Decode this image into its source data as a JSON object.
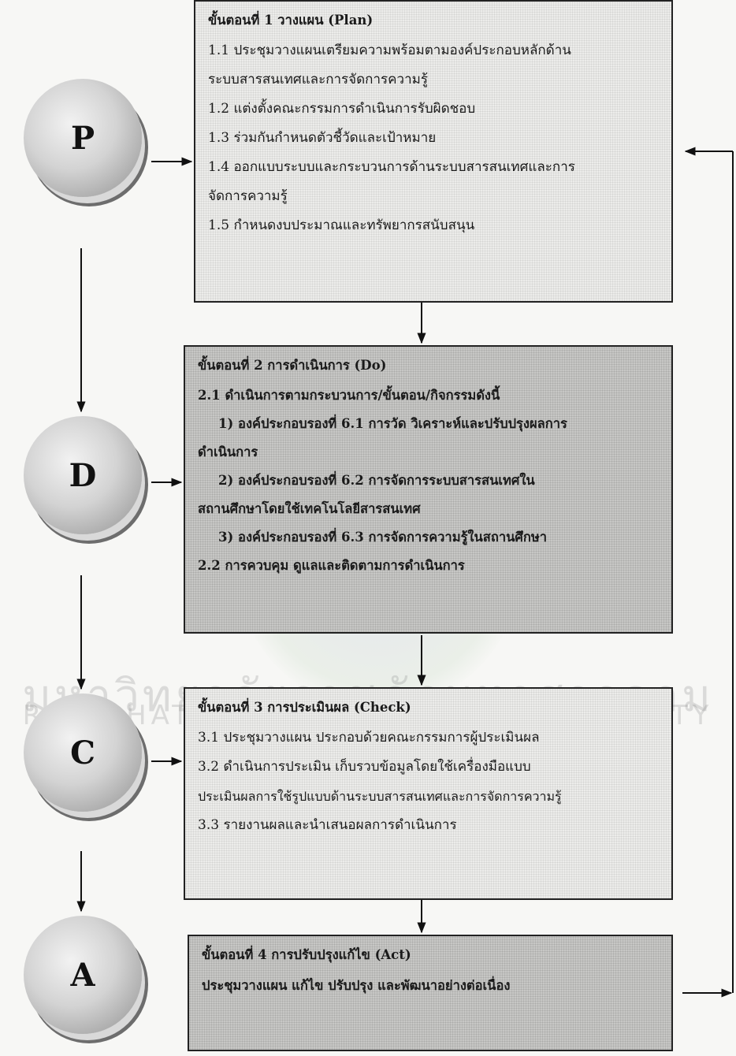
{
  "circles": [
    "P",
    "D",
    "C",
    "A"
  ],
  "steps": [
    {
      "title": "ขั้นตอนที่ 1 วางแผน (Plan)",
      "items": [
        "1.1 ประชุมวางแผนเตรียมความพร้อมตามองค์ประกอบหลักด้าน",
        "ระบบสารสนเทศและการจัดการความรู้",
        "1.2 แต่งตั้งคณะกรรมการดำเนินการรับผิดชอบ",
        "1.3 ร่วมกันกำหนดตัวชี้วัดและเป้าหมาย",
        "1.4 ออกแบบระบบและกระบวนการด้านระบบสารสนเทศและการ",
        "จัดการความรู้",
        "1.5 กำหนดงบประมาณและทรัพยากรสนับสนุน"
      ]
    },
    {
      "title": "ขั้นตอนที่ 2 การดำเนินการ (Do)",
      "items": [
        "2.1 ดำเนินการตามกระบวนการ/ขั้นตอน/กิจกรรมดังนี้",
        "1) องค์ประกอบรองที่ 6.1 การวัด วิเคราะห์และปรับปรุงผลการ",
        "ดำเนินการ",
        "2) องค์ประกอบรองที่ 6.2 การจัดการระบบสารสนเทศใน",
        "สถานศึกษาโดยใช้เทคโนโลยีสารสนเทศ",
        "3) องค์ประกอบรองที่ 6.3 การจัดการความรู้ในสถานศึกษา",
        "2.2 การควบคุม ดูแลและติดตามการดำเนินการ"
      ]
    },
    {
      "title": "ขั้นตอนที่ 3 การประเมินผล (Check)",
      "items": [
        "3.1 ประชุมวางแผน ประกอบด้วยคณะกรรมการผู้ประเมินผล",
        "3.2 ดำเนินการประเมิน เก็บรวบข้อมูลโดยใช้เครื่องมือแบบ",
        "ประเมินผลการใช้รูปแบบด้านระบบสารสนเทศและการจัดการความรู้",
        "3.3 รายงานผลและนำเสนอผลการดำเนินการ"
      ]
    },
    {
      "title": "ขั้นตอนที่ 4 การปรับปรุงแก้ไข (Act)",
      "items": [
        "ประชุมวางแผน แก้ไข ปรับปรุง และพัฒนาอย่างต่อเนื่อง"
      ]
    }
  ],
  "watermark": {
    "thai": "มหาวิทยาลัยราชภัฏมหาสารคาม",
    "english": "RAJABHAT MAHASARAKHAM UNIVERSITY"
  }
}
